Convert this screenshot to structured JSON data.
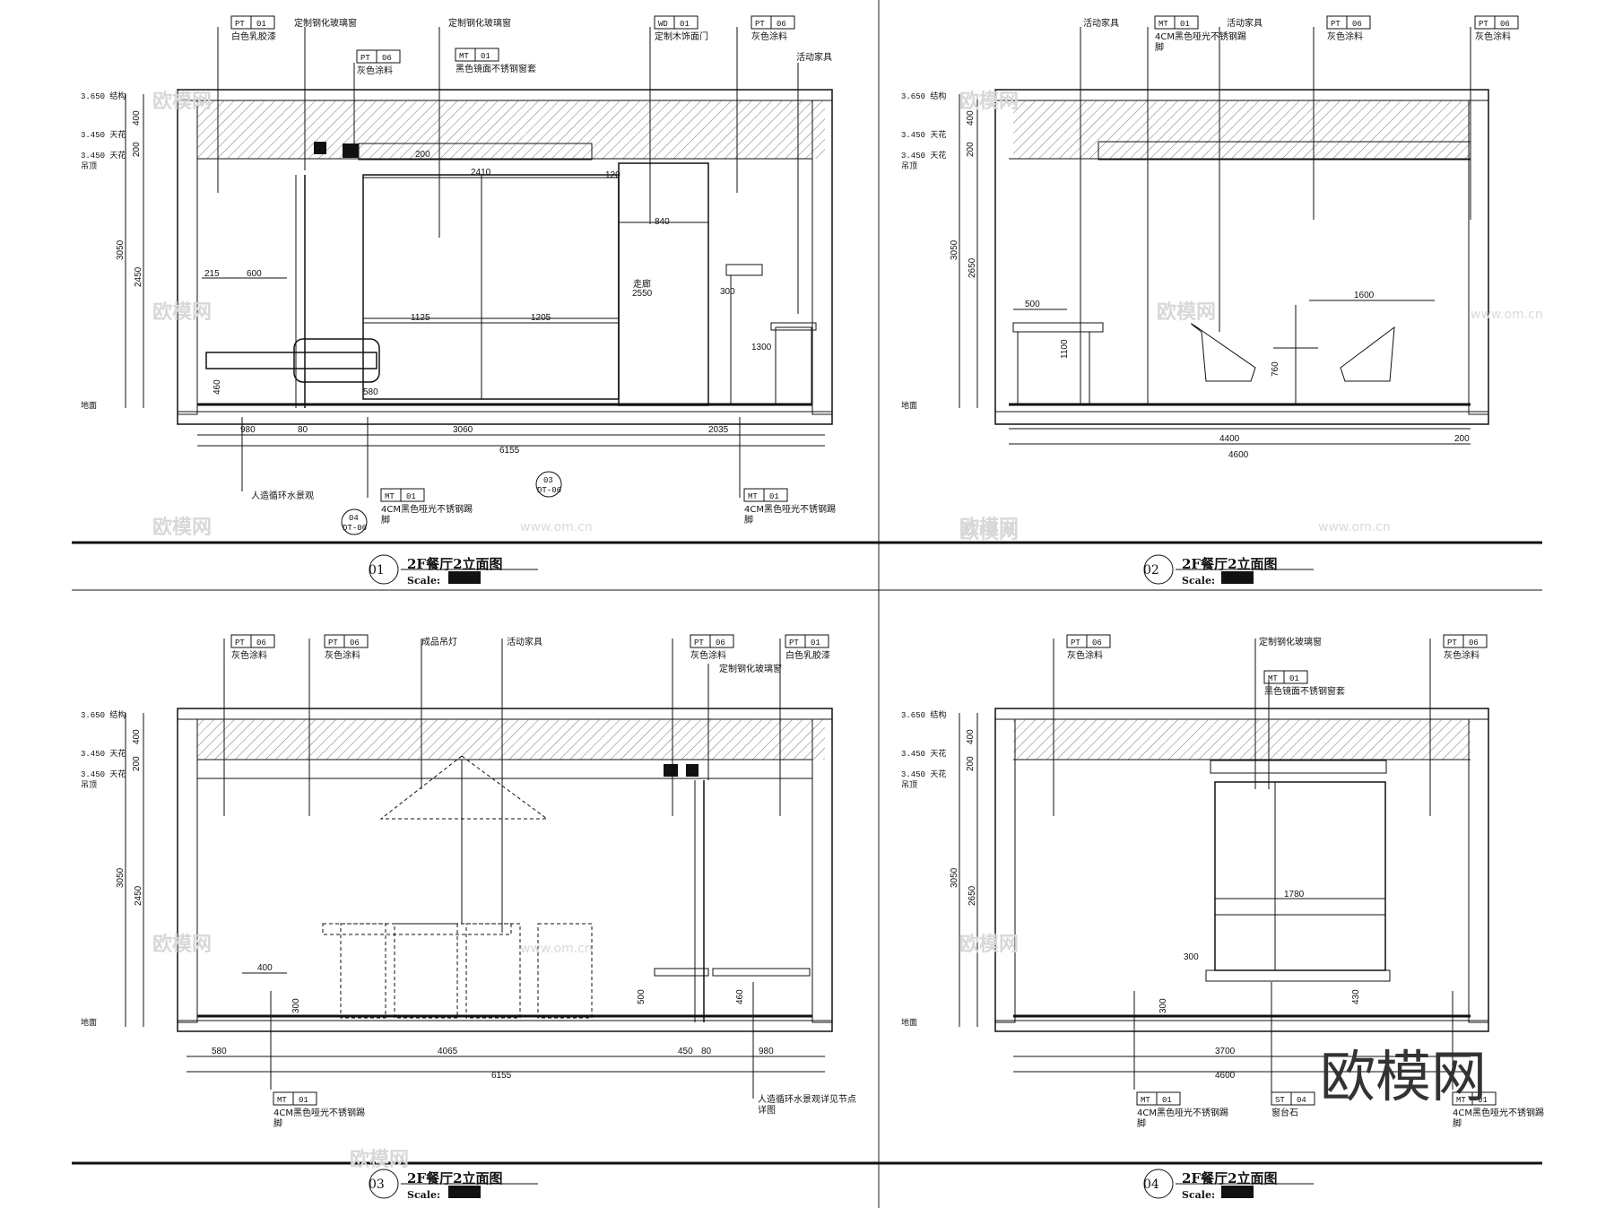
{
  "panels": [
    {
      "number": "01",
      "title": "2F餐厅2立面图",
      "scale_label": "Scale:",
      "level_labels": [
        "3.650 结构",
        "3.450 天花",
        "3.450 天花",
        "吊顶",
        "地面"
      ],
      "tags": [
        {
          "code": "PT",
          "num": "01",
          "desc": "白色乳胶漆"
        },
        {
          "code": "",
          "num": "",
          "desc": "定制钢化玻璃窗"
        },
        {
          "code": "PT",
          "num": "06",
          "desc": "灰色涂料"
        },
        {
          "code": "",
          "num": "",
          "desc": "定制钢化玻璃窗"
        },
        {
          "code": "MT",
          "num": "01",
          "desc": "黑色镜面不锈钢窗套"
        },
        {
          "code": "WD",
          "num": "01",
          "desc": "定制木饰面门"
        },
        {
          "code": "PT",
          "num": "06",
          "desc": "灰色涂料"
        },
        {
          "code": "",
          "num": "",
          "desc": "活动家具"
        }
      ],
      "bottom_tags": [
        {
          "code": "",
          "num": "",
          "desc": "人造循环水景观"
        },
        {
          "code": "MT",
          "num": "01",
          "desc": "4CM黑色哑光不锈钢踢脚"
        },
        {
          "code": "MT",
          "num": "01",
          "desc": "4CM黑色哑光不锈钢踢脚"
        }
      ],
      "dims_v": [
        "400",
        "200",
        "3050",
        "2450",
        "460"
      ],
      "dims_inner": [
        "2410",
        "120",
        "215",
        "600",
        "1125",
        "1205",
        "840",
        "300",
        "1300",
        "580",
        "2550",
        "200"
      ],
      "dims_h": [
        "980",
        "80",
        "3060",
        "2035",
        "6155"
      ],
      "room_label": "走廊",
      "callouts": [
        {
          "top": "03",
          "bottom": "DT-06"
        },
        {
          "top": "04",
          "bottom": "DT-06"
        }
      ]
    },
    {
      "number": "02",
      "title": "2F餐厅2立面图",
      "scale_label": "Scale:",
      "level_labels": [
        "3.650 结构",
        "3.450 天花",
        "3.450 天花",
        "吊顶",
        "地面"
      ],
      "tags": [
        {
          "code": "",
          "num": "",
          "desc": "活动家具"
        },
        {
          "code": "MT",
          "num": "01",
          "desc": "4CM黑色哑光不锈钢踢脚"
        },
        {
          "code": "",
          "num": "",
          "desc": "活动家具"
        },
        {
          "code": "PT",
          "num": "06",
          "desc": "灰色涂料"
        },
        {
          "code": "PT",
          "num": "06",
          "desc": "灰色涂料"
        }
      ],
      "dims_v": [
        "400",
        "200",
        "3050",
        "2650",
        "1100",
        "760"
      ],
      "dims_inner": [
        "500",
        "1600"
      ],
      "dims_h": [
        "4400",
        "200",
        "4600"
      ]
    },
    {
      "number": "03",
      "title": "2F餐厅2立面图",
      "scale_label": "Scale:",
      "level_labels": [
        "3.650 结构",
        "3.450 天花",
        "3.450 天花",
        "吊顶",
        "地面"
      ],
      "tags": [
        {
          "code": "PT",
          "num": "06",
          "desc": "灰色涂料"
        },
        {
          "code": "PT",
          "num": "06",
          "desc": "灰色涂料"
        },
        {
          "code": "",
          "num": "",
          "desc": "成品吊灯"
        },
        {
          "code": "",
          "num": "",
          "desc": "活动家具"
        },
        {
          "code": "PT",
          "num": "06",
          "desc": "灰色涂料"
        },
        {
          "code": "",
          "num": "",
          "desc": "定制钢化玻璃窗"
        },
        {
          "code": "PT",
          "num": "01",
          "desc": "白色乳胶漆"
        }
      ],
      "bottom_tags": [
        {
          "code": "MT",
          "num": "01",
          "desc": "4CM黑色哑光不锈钢踢脚"
        },
        {
          "code": "",
          "num": "",
          "desc": "人造循环水景观详见节点详图"
        }
      ],
      "dims_v": [
        "400",
        "200",
        "3050",
        "2450",
        "300",
        "500",
        "460"
      ],
      "dims_inner": [
        "400"
      ],
      "dims_h": [
        "580",
        "4065",
        "450",
        "80",
        "980",
        "6155"
      ]
    },
    {
      "number": "04",
      "title": "2F餐厅2立面图",
      "scale_label": "Scale:",
      "level_labels": [
        "3.650 结构",
        "3.450 天花",
        "3.450 天花",
        "吊顶",
        "地面"
      ],
      "tags": [
        {
          "code": "PT",
          "num": "06",
          "desc": "灰色涂料"
        },
        {
          "code": "",
          "num": "",
          "desc": "定制钢化玻璃窗"
        },
        {
          "code": "MT",
          "num": "01",
          "desc": "黑色镜面不锈钢窗套"
        },
        {
          "code": "PT",
          "num": "06",
          "desc": "灰色涂料"
        }
      ],
      "bottom_tags": [
        {
          "code": "MT",
          "num": "01",
          "desc": "4CM黑色哑光不锈钢踢脚"
        },
        {
          "code": "ST",
          "num": "04",
          "desc": "窗台石"
        },
        {
          "code": "MT",
          "num": "01",
          "desc": "4CM黑色哑光不锈钢踢脚"
        }
      ],
      "dims_v": [
        "400",
        "200",
        "3050",
        "2650",
        "300",
        "430"
      ],
      "dims_inner": [
        "1780",
        "300"
      ],
      "dims_h": [
        "3700",
        "4600"
      ]
    }
  ],
  "watermark": {
    "logo_text": "欧模网",
    "url_text": "www.om.cn",
    "tile_text": "欧模网"
  }
}
